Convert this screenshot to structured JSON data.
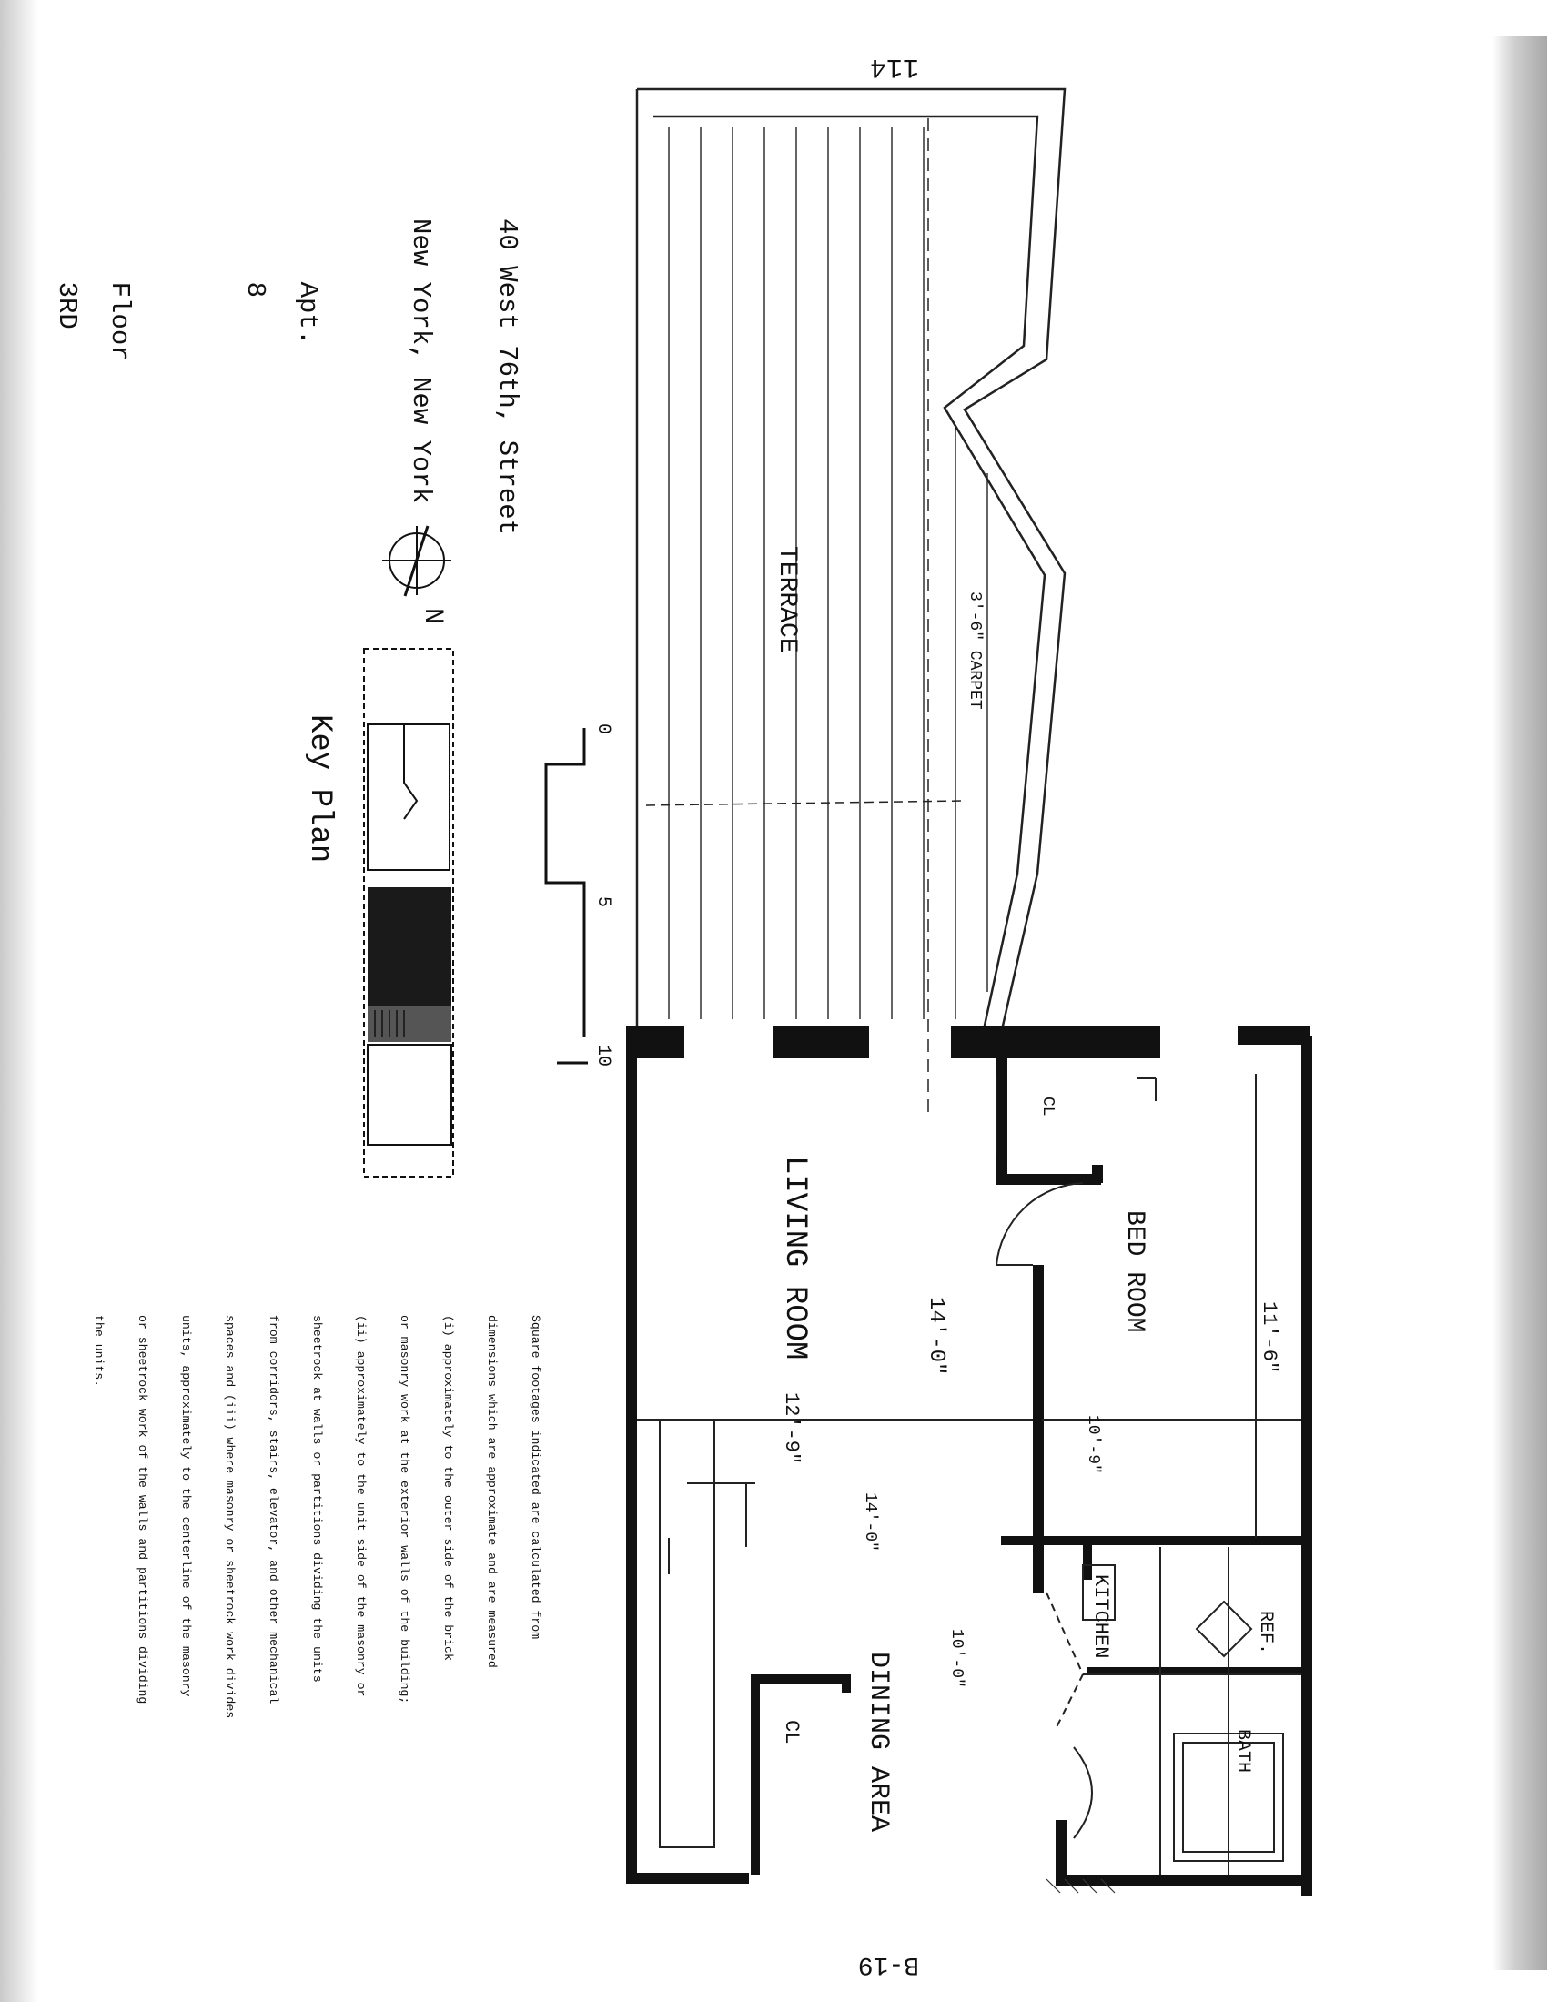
{
  "top_page_label": "114",
  "bottom_page_label": "B-19",
  "address": {
    "line1": "40 West 76th, Street",
    "line2": "New York, New York",
    "apt_label": "Apt.",
    "apt_value": "8",
    "floor_label": "Floor",
    "floor_value": "3RD"
  },
  "north_label": "N",
  "key_plan_label": "Key Plan",
  "scale": {
    "zero": "0",
    "five": "5",
    "ten": "10"
  },
  "rooms": {
    "terrace": "TERRACE",
    "carpet": "3'-6\" CARPET",
    "living": "LIVING ROOM",
    "bedroom": "BED ROOM",
    "dining": "DINING AREA",
    "kitchen": "KITCHEN",
    "closet1": "CL",
    "closet2": "CL",
    "bath": "BATH",
    "ref": "REF."
  },
  "dimensions": {
    "d1": "14'-0\"",
    "d2": "11'-6\"",
    "d3": "10'-9\"",
    "d4": "12'-9\"",
    "d5": "14'-0\"",
    "d6": "10'-0\""
  },
  "footnote": [
    "Square footages indicated are calculated from",
    "dimensions which are approximate and are measured",
    "(i) approximately to the outer side of the brick",
    "or masonry work at the exterior walls of the building;",
    "(ii) approximately to the unit side of the masonry or",
    "sheetrock at walls or partitions dividing the units",
    "from corridors, stairs, elevator, and other mechanical",
    "spaces and (iii) where masonry or sheetrock work divides",
    "units, approximately to the centerline of the masonry",
    "or sheetrock work of the walls and partitions dividing",
    "the units."
  ]
}
